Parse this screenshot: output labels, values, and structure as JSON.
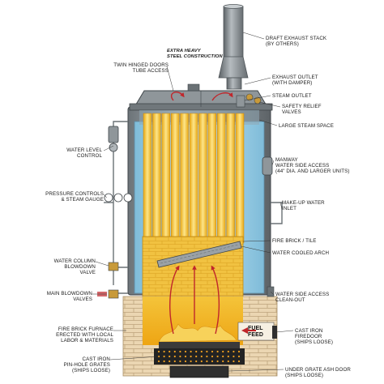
{
  "labels": {
    "draft_exhaust": "DRAFT EXHAUST STACK\n(BY OTHERS)",
    "extra_heavy": "EXTRA HEAVY\nSTEEL CONSTRUCTION",
    "twin_doors": "TWIN HINGED DOORS\nTUBE ACCESS",
    "exhaust_outlet": "EXHAUST OUTLET\n(WITH DAMPER)",
    "steam_outlet": "STEAM OUTLET",
    "safety_relief": "SAFETY RELIEF\nVALVES",
    "steam_space": "LARGE STEAM SPACE",
    "water_level": "WATER LEVEL\nCONTROL",
    "manway": "MANWAY\nWATER SIDE ACCESS\n(44\" DIA. AND LARGER UNITS)",
    "pressure_controls": "PRESSURE CONTROLS\n& STEAM GAUGE",
    "makeup_water": "MAKE-UP WATER\nINLET",
    "fire_brick": "FIRE BRICK / TILE",
    "water_cooled_arch": "WATER COOLED ARCH",
    "water_column": "WATER COLUMN\nBLOWDOWN\nVALVE",
    "main_blowdown": "MAIN BLOWDOWN\nVALVES",
    "water_side_access": "WATER SIDE ACCESS\nCLEAN-OUT",
    "fire_brick_furnace": "FIRE BRICK FURNACE\nERECTED WITH LOCAL\nLABOR & MATERIALS",
    "fuel_feed": "FUEL\nFEED",
    "cast_iron_firedoor": "CAST IRON\nFIREDOOR\n(SHIPS LOOSE)",
    "cast_iron_grates": "CAST IRON\nPIN-HOLE GRATES\n(SHIPS LOOSE)",
    "ash_door": "UNDER GRATE ASH DOOR\n(SHIPS LOOSE)"
  },
  "colors": {
    "steel": "#8a9196",
    "steel_dark": "#4f5559",
    "water": "#a8d4ea",
    "fire": "#f2b51f",
    "fire_light": "#f7d25a",
    "flame_red": "#c0262b",
    "brick": "#e9d3ad",
    "brick_line": "#b99f77",
    "grate": "#3a3a3a"
  }
}
